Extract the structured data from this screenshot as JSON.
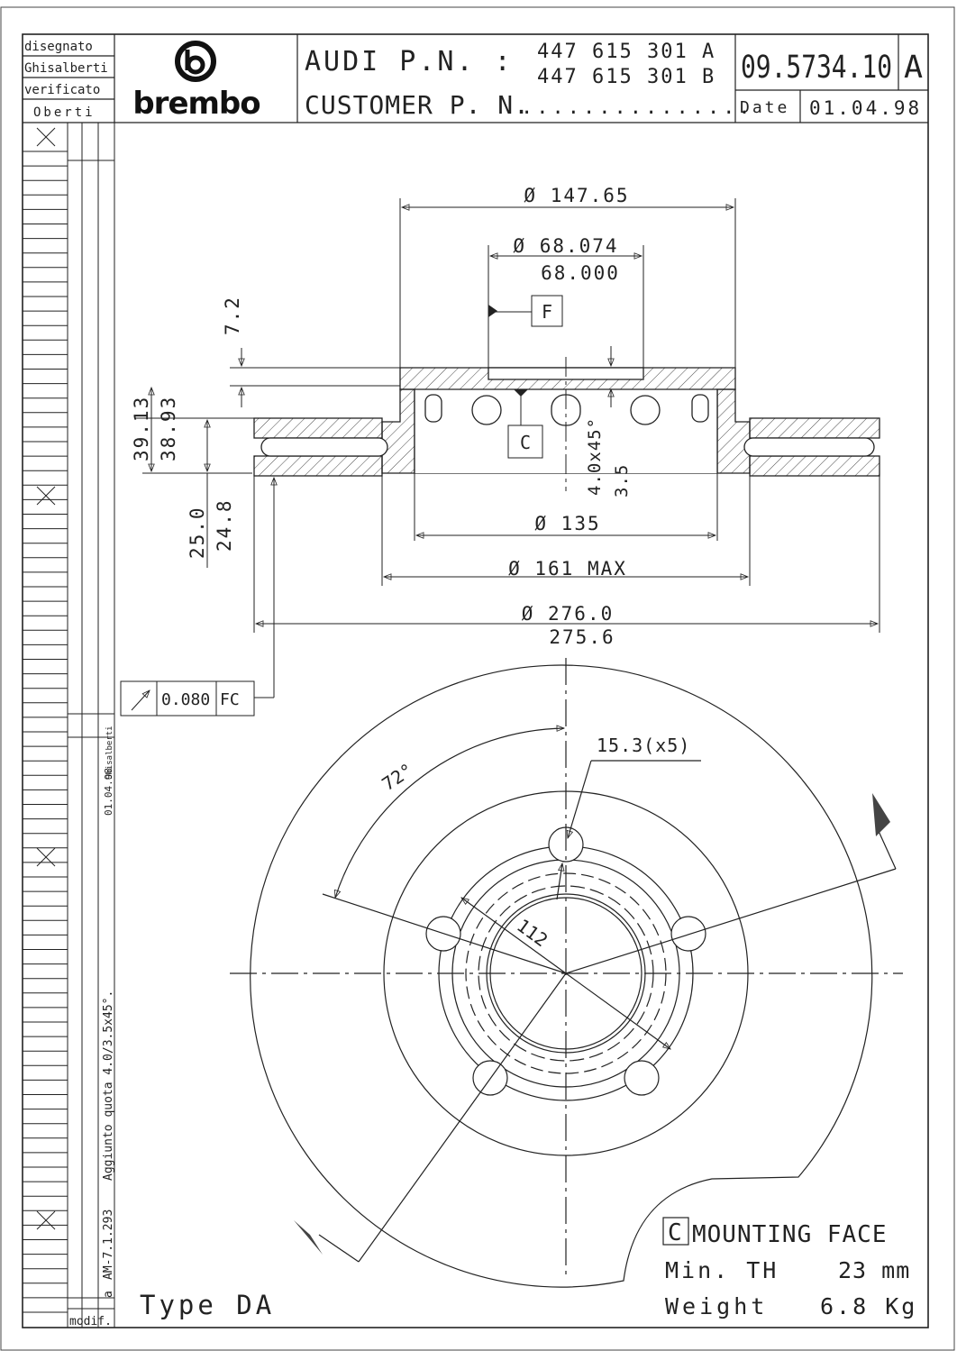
{
  "title_block": {
    "drawn_label": "disegnato",
    "drawn_by": "Ghisalberti",
    "checked_label": "verificato",
    "checked_by": "Oberti",
    "brand": "brembo",
    "audi_pn_label": "AUDI P.N. :",
    "audi_pn_a": "447 615 301 A",
    "audi_pn_b": "447 615 301 B",
    "customer_pn_label": "CUSTOMER P. N.",
    "customer_pn_value": "...............",
    "part_number": "09.5734.10",
    "revision": "A",
    "date_label": "Date",
    "date_value": "01.04.98"
  },
  "revision_column": {
    "rev_letter": "a",
    "rev_code": "AM-7.1.293",
    "rev_text": "Aggiunto quota 4.0/3.5x45°.",
    "rev_date": "01.04.98",
    "rev_author": "Ghisalberti",
    "modif_label": "modif."
  },
  "dimensions": {
    "d_147": "Ø 147.65",
    "d_68_max": "Ø 68.074",
    "d_68_min": "68.000",
    "datum_f": "F",
    "datum_c": "C",
    "h_7_2": "7.2",
    "h_39_13": "39.13",
    "h_38_93": "38.93",
    "th_25_0": "25.0",
    "th_24_8": "24.8",
    "chamfer": "4.0x45°",
    "chamfer_b": "3.5",
    "d_135": "Ø 135",
    "d_161": "Ø 161 MAX",
    "d_276": "Ø 276.0",
    "d_275": "275.6",
    "runout_value": "0.080",
    "runout_ref": "FC",
    "hole_dia": "15.3(x5)",
    "angle": "72°",
    "pcd": "112"
  },
  "notes": {
    "c_marker": "C",
    "mounting_face": "MOUNTING FACE",
    "min_th_label": "Min. TH",
    "min_th_value": "23 mm",
    "weight_label": "Weight",
    "weight_value": "6.8 Kg",
    "type_label": "Type DA"
  }
}
